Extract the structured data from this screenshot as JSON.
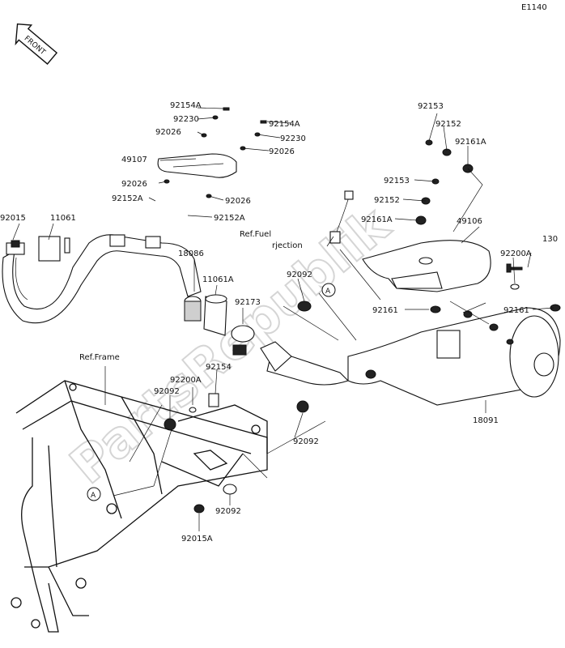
{
  "code": "E1140",
  "front_badge": "FRONT",
  "watermark": "PartsRepublik",
  "refs": {
    "ref_fuel_1": "Ref.Fuel",
    "ref_fuel_2": "rjection",
    "ref_frame": "Ref.Frame",
    "circle_a": "A"
  },
  "labels": {
    "p92154A_top": "92154A",
    "p92230_top": "92230",
    "p92026_a": "92026",
    "p49107": "49107",
    "p92026_b": "92026",
    "p92152A_left": "92152A",
    "p92154A_right": "92154A",
    "p92230_right": "92230",
    "p92026_c": "92026",
    "p92026_d": "92026",
    "p92152A_mid": "92152A",
    "p92015": "92015",
    "p11061": "11061",
    "p18086": "18086",
    "p11061A": "11061A",
    "p92173": "92173",
    "p92092_mid": "92092",
    "p92153_top": "92153",
    "p92152_top": "92152",
    "p92161A_top": "92161A",
    "p92153_mid": "92153",
    "p92152_mid": "92152",
    "p92161A_mid": "92161A",
    "p49106": "49106",
    "p130": "130",
    "p92200A_right": "92200A",
    "p92161_mid": "92161",
    "p92161_right": "92161",
    "p18091": "18091",
    "p92200A_left": "92200A",
    "p92092_left": "92092",
    "p92154": "92154",
    "p92092_low": "92092",
    "p92092_bottom": "92092",
    "p92015A": "92015A"
  }
}
